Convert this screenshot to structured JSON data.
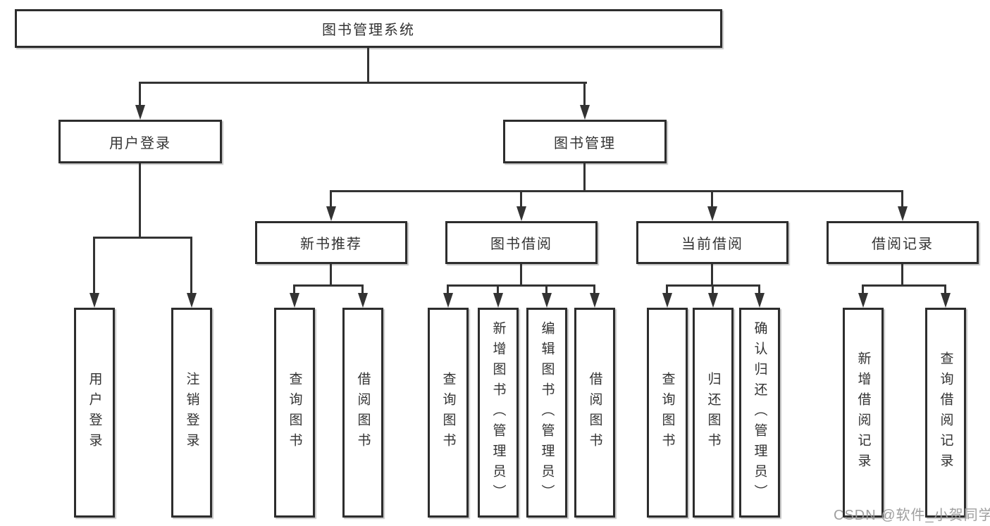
{
  "diagram": {
    "root": "图书管理系统",
    "level2": [
      "用户登录",
      "图书管理"
    ],
    "level3": [
      "新书推荐",
      "图书借阅",
      "当前借阅",
      "借阅记录"
    ],
    "leaves": [
      "用户登录",
      "注销登录",
      "查询图书",
      "借阅图书",
      "查询图书",
      "新增图书（管理员）",
      "编辑图书（管理员）",
      "借阅图书",
      "查询图书",
      "归还图书",
      "确认归还（管理员）",
      "新增借阅记录",
      "查询借阅记录"
    ],
    "structure": {
      "图书管理系统": {
        "用户登录": [
          "用户登录",
          "注销登录"
        ],
        "图书管理": {
          "新书推荐": [
            "查询图书",
            "借阅图书"
          ],
          "图书借阅": [
            "查询图书",
            "新增图书（管理员）",
            "编辑图书（管理员）",
            "借阅图书"
          ],
          "当前借阅": [
            "查询图书",
            "归还图书",
            "确认归还（管理员）"
          ],
          "借阅记录": [
            "新增借阅记录",
            "查询借阅记录"
          ]
        }
      }
    }
  },
  "watermark": {
    "text": "CSDN @软件_小贺同学"
  },
  "colors": {
    "line": "#333333",
    "box_border": "#2d2d2d",
    "text": "#333333",
    "watermark": "#9a9a9a",
    "background": "#ffffff"
  }
}
